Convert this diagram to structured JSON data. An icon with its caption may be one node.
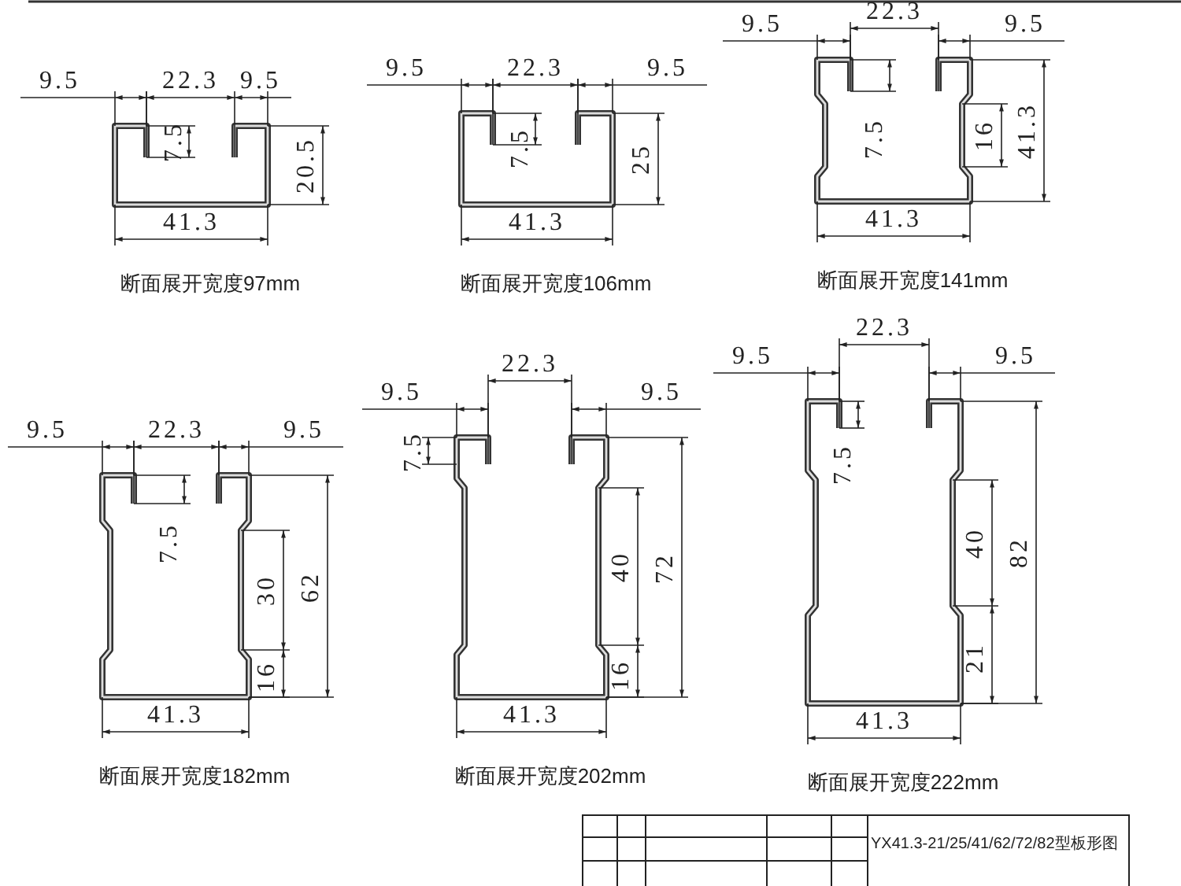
{
  "diagram": {
    "labels": [
      "9.5",
      "22.3",
      "9.5",
      "7.5",
      "20.5",
      "41.3",
      "断面展开宽度97mm",
      "9.5",
      "22.3",
      "9.5",
      "7.5",
      "25",
      "41.3",
      "断面展开宽度106mm",
      "9.5",
      "22.3",
      "9.5",
      "16",
      "41.3",
      "7.5",
      "41.3",
      "断面展开宽度141mm",
      "9.5",
      "22.3",
      "9.5",
      "7.5",
      "30",
      "62",
      "16",
      "41.3",
      "断面展开宽度182mm",
      "22.3",
      "9.5",
      "9.5",
      "7.5",
      "40",
      "72",
      "16",
      "41.3",
      "断面展开宽度202mm",
      "22.3",
      "9.5",
      "9.5",
      "7.5",
      "40",
      "82",
      "21",
      "41.3",
      "断面展开宽度222mm",
      "YX41.3-21/25/41/62/72/82型板形图"
    ]
  }
}
